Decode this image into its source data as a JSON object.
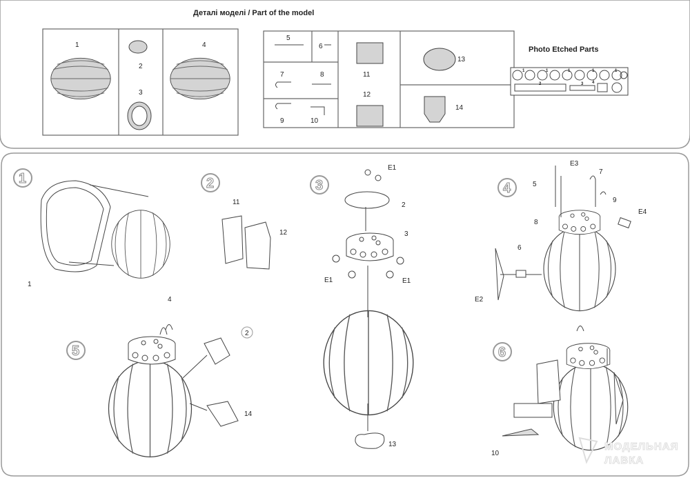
{
  "header": {
    "title": "Деталі моделі / Part of the model",
    "photo_etched_title": "Photo Etched Parts"
  },
  "sprue_parts": [
    "1",
    "2",
    "3",
    "4",
    "5",
    "6",
    "7",
    "8",
    "9",
    "10",
    "11",
    "12",
    "13",
    "14"
  ],
  "pe_labels": [
    "1",
    "1",
    "1",
    "1",
    "1",
    "2",
    "3",
    "4"
  ],
  "steps": [
    {
      "number": "1",
      "labels": [
        "1",
        "4"
      ]
    },
    {
      "number": "2",
      "labels": [
        "11",
        "12"
      ]
    },
    {
      "number": "3",
      "labels": [
        "E1",
        "2",
        "3",
        "E1",
        "E1",
        "13"
      ]
    },
    {
      "number": "4",
      "labels": [
        "E3",
        "7",
        "5",
        "9",
        "8",
        "E4",
        "6",
        "E2"
      ]
    },
    {
      "number": "5",
      "labels": [
        "2",
        "14"
      ]
    },
    {
      "number": "6",
      "labels": [
        "10"
      ]
    }
  ],
  "watermark": {
    "line1": "МОДЕЛЬНАЯ",
    "line2": "ЛАВКА"
  },
  "colors": {
    "part_fill": "#d8d8d8",
    "line": "#444444",
    "frame": "#888888"
  }
}
